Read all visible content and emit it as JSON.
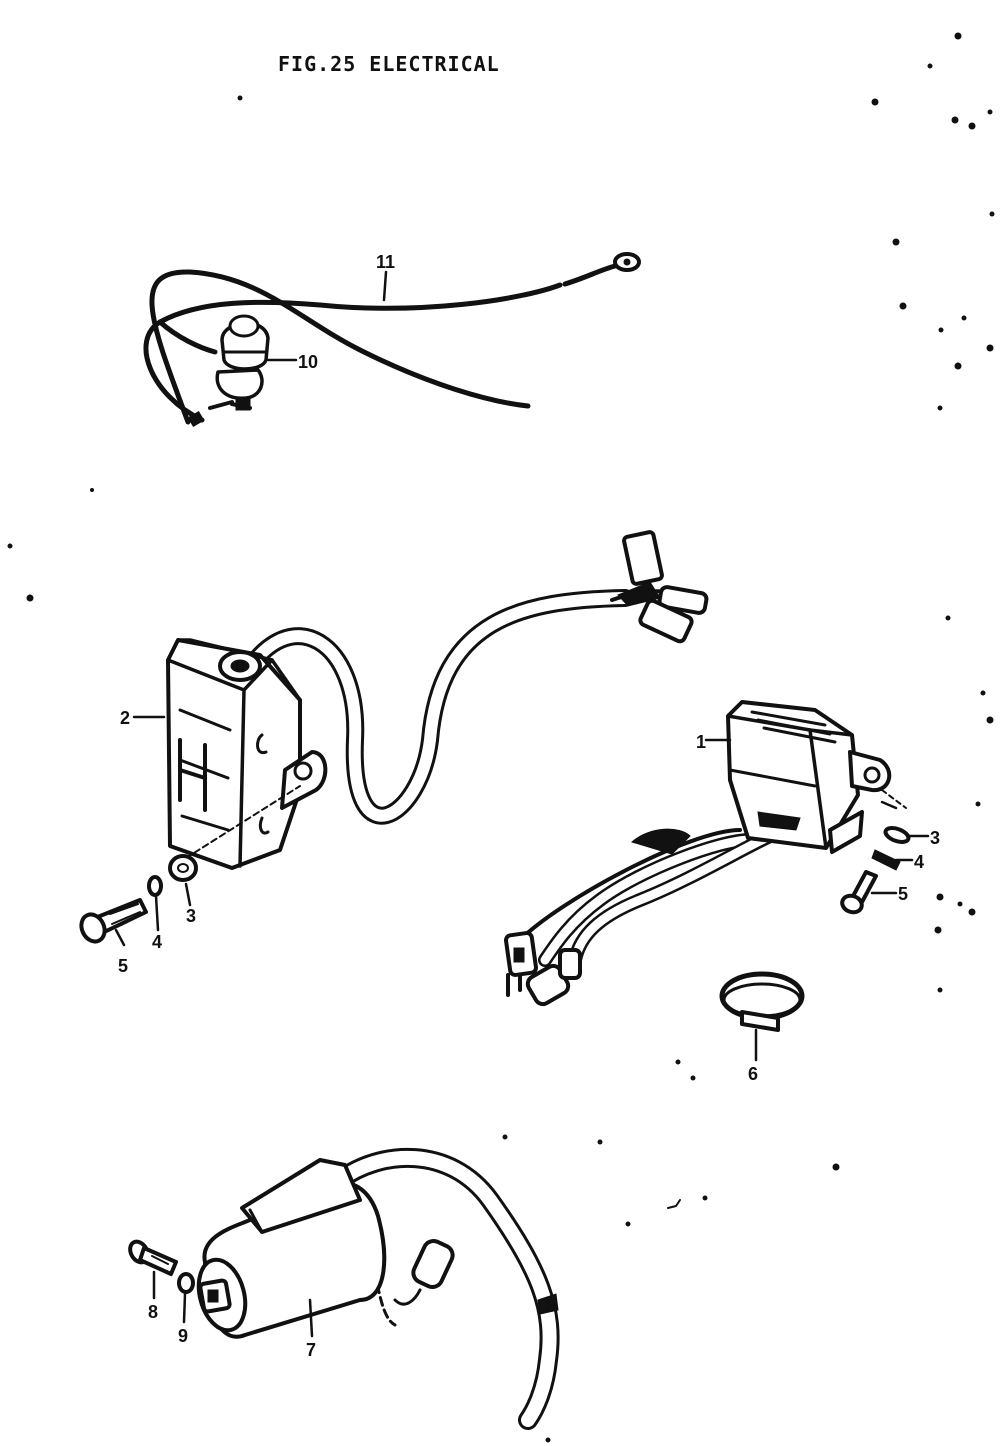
{
  "title": "FIG.25  ELECTRICAL",
  "callouts": {
    "p1": "1",
    "p2": "2",
    "p3a": "3",
    "p4a": "4",
    "p5a": "5",
    "p3b": "3",
    "p4b": "4",
    "p5b": "5",
    "p6": "6",
    "p7": "7",
    "p8": "8",
    "p9": "9",
    "p10": "10",
    "p11": "11"
  }
}
